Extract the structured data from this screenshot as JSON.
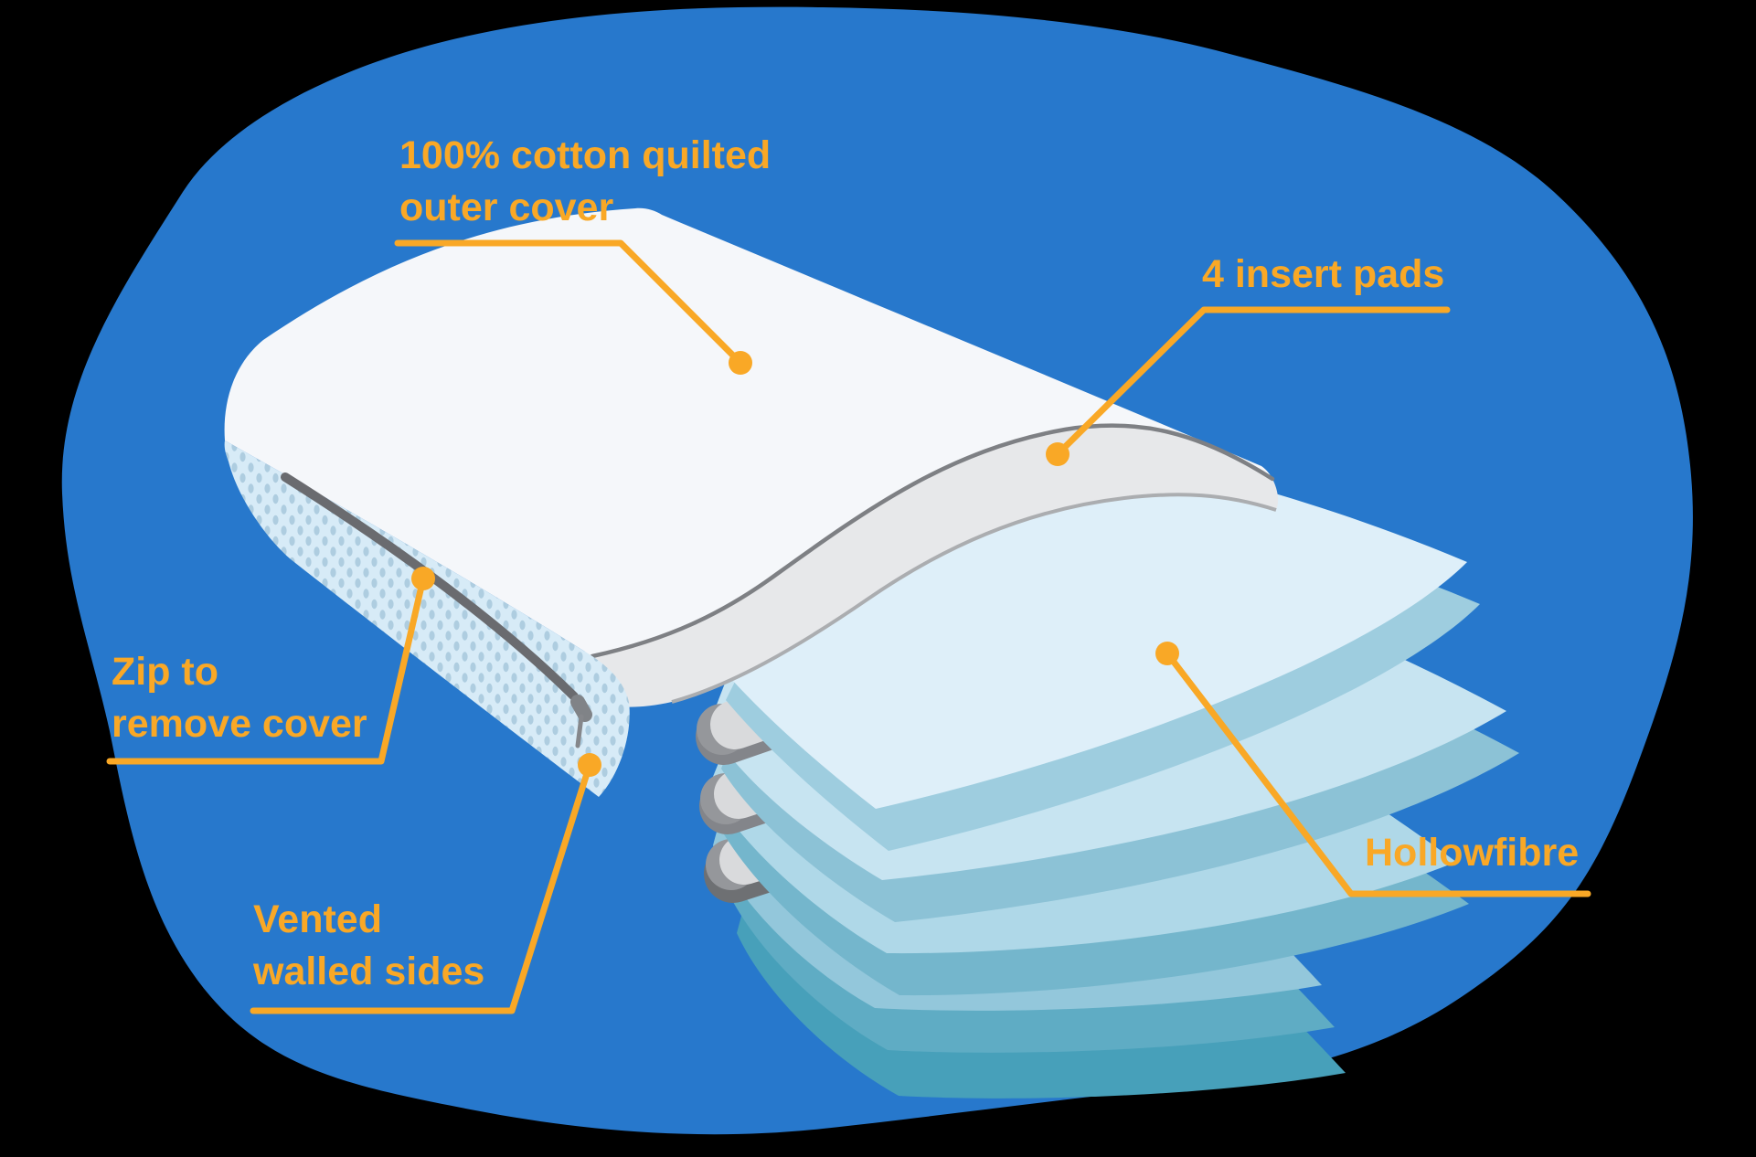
{
  "title": "Pillow construction annotated diagram",
  "colors": {
    "page_background": "#000000",
    "blob_background": "#2778CC",
    "label_accent": "#F9A826",
    "cover_white": "#F5F7FA",
    "vented_wall_base": "#D7EBF7",
    "vented_wall_dot": "#AECDE0",
    "zip_gray": "#6A6B6F",
    "sleeve_fill": "#D9DADC",
    "sleeve_cap_dark": "#95979B",
    "band_fill": "#E7E8EA",
    "band_stroke_top": "#7E8084",
    "band_stroke_bottom": "#ABADB0",
    "pad_faces": [
      "#DEEFF9",
      "#C7E4F1",
      "#AFD8E8",
      "#93C7DB"
    ],
    "pad_edges": [
      "#9ECDDF",
      "#8CC2D6",
      "#74B6CC",
      "#5FACC4"
    ],
    "pad_deep_shadow": "#47A0BA"
  },
  "callouts": {
    "cotton_cover": {
      "line1": "100% cotton quilted",
      "line2": "outer cover"
    },
    "insert_pads": {
      "line1": "4 insert pads"
    },
    "zip": {
      "line1": "Zip to",
      "line2": "remove cover"
    },
    "vented": {
      "line1": "Vented",
      "line2": "walled sides"
    },
    "hollowfibre": {
      "line1": "Hollowfibre"
    }
  },
  "icon_names": [
    "callout-dot-icon"
  ]
}
